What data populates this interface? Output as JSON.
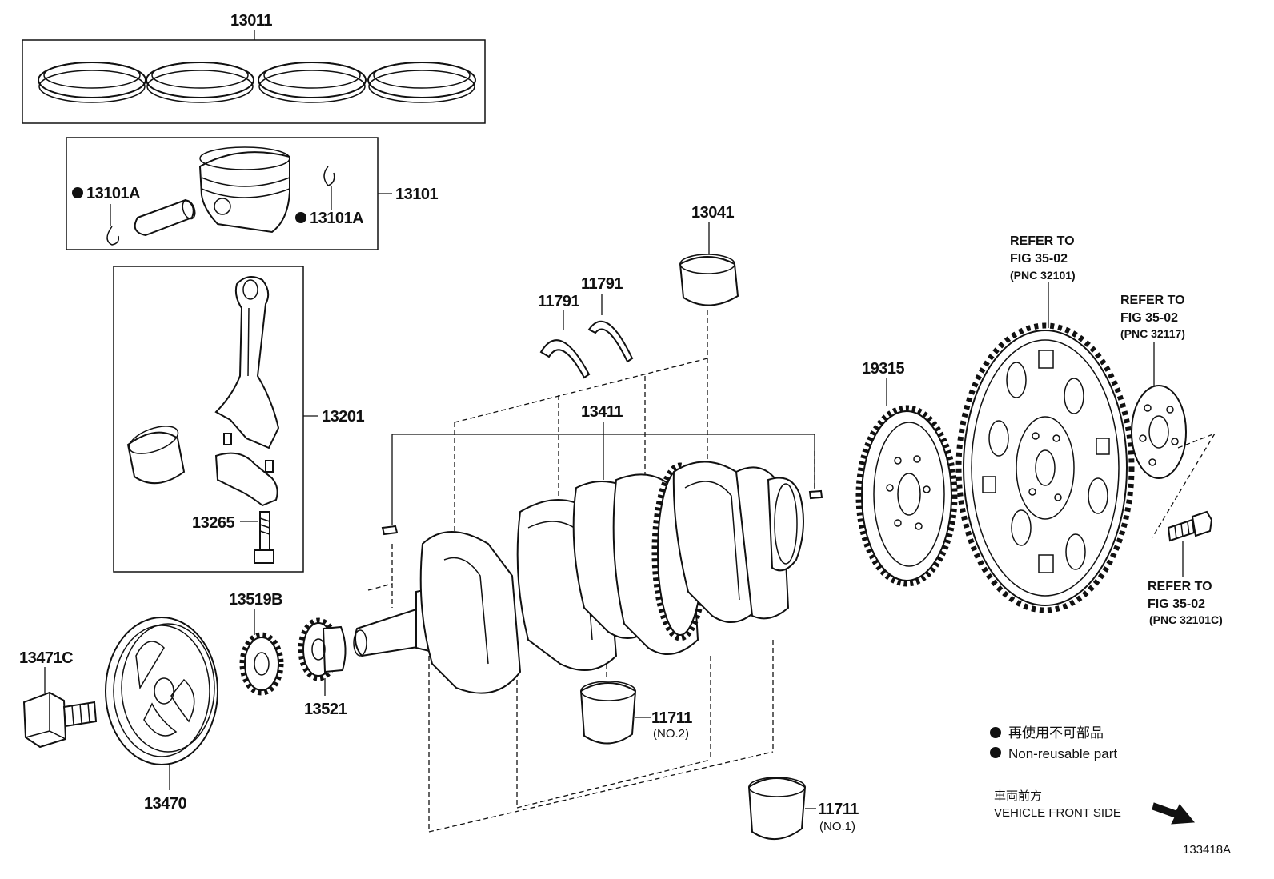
{
  "labels": {
    "p13011": "13011",
    "p13101": "13101",
    "p13101A_left": "13101A",
    "p13101A_right": "13101A",
    "p13201": "13201",
    "p13265": "13265",
    "p13041": "13041",
    "p11791_a": "11791",
    "p11791_b": "11791",
    "p13411": "13411",
    "p19315": "19315",
    "p13519B": "13519B",
    "p13521": "13521",
    "p13471C": "13471C",
    "p13470": "13470",
    "p11711_no2": "11711",
    "p11711_no2_sub": "(NO.2)",
    "p11711_no1": "11711",
    "p11711_no1_sub": "(NO.1)"
  },
  "references": {
    "ref1": {
      "line1": "REFER TO",
      "line2": "FIG 35-02",
      "line3": "(PNC 32101)"
    },
    "ref2": {
      "line1": "REFER TO",
      "line2": "FIG 35-02",
      "line3": "(PNC 32117)"
    },
    "ref3": {
      "line1": "REFER TO",
      "line2": "FIG 35-02",
      "line3": "(PNC 32101C)"
    }
  },
  "legend": {
    "non_reusable_jp": "再使用不可部品",
    "non_reusable_en": "Non-reusable part",
    "front_jp": "車両前方",
    "front_en": "VEHICLE FRONT SIDE"
  },
  "figure_id": "133418A"
}
